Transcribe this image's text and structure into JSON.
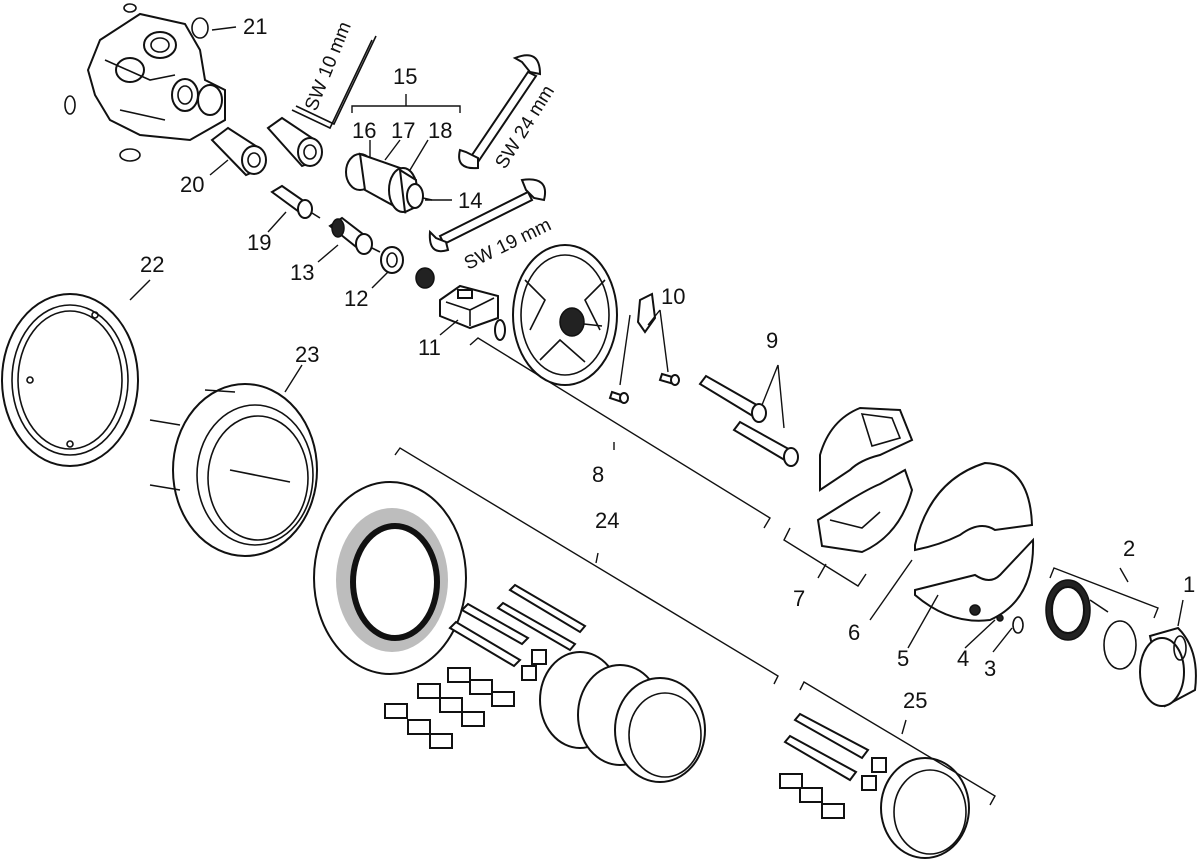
{
  "labels": {
    "p1": "1",
    "p2": "2",
    "p3": "3",
    "p4": "4",
    "p5": "5",
    "p6": "6",
    "p7": "7",
    "p8": "8",
    "p9": "9",
    "p10": "10",
    "p11": "11",
    "p12": "12",
    "p13": "13",
    "p14": "14",
    "p15": "15",
    "p16": "16",
    "p17": "17",
    "p18": "18",
    "p19": "19",
    "p20": "20",
    "p21": "21",
    "p22": "22",
    "p23": "23",
    "p24": "24",
    "p25": "25"
  },
  "tools": {
    "sw10": "SW 10 mm",
    "sw24": "SW 24 mm",
    "sw19": "SW 19 mm"
  }
}
